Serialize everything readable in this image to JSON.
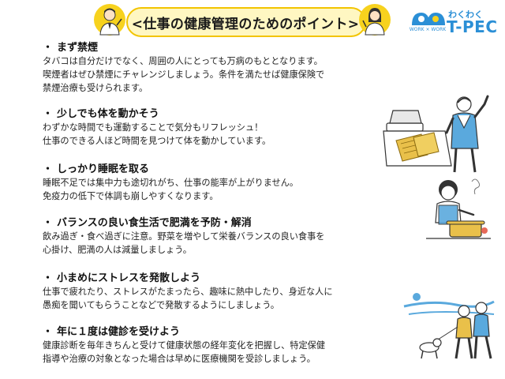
{
  "header": {
    "title": "<仕事の健康管理のためのポイント>"
  },
  "logo": {
    "top_text": "わくわく",
    "main_text": "T-PEC",
    "sub_text": "WORK × WORK"
  },
  "sections": [
    {
      "bullet": "・",
      "heading": "まず禁煙",
      "lines": [
        " タバコは自分だけでなく、周囲の人にとっても万病のもととなります。",
        "喫煙者はぜひ禁煙にチャレンジしましょう。条件を満たせば健康保険で",
        "禁煙治療も受けられます。"
      ]
    },
    {
      "bullet": "・",
      "heading": "少しでも体を動かそう",
      "lines": [
        " わずかな時間でも運動することで気分もリフレッシュ！",
        "仕事のできる人ほど時間を見つけて体を動かしています。"
      ]
    },
    {
      "bullet": "・",
      "heading": "しっかり睡眠を取る",
      "lines": [
        " 睡眠不足では集中力も途切れがち、仕事の能率が上がりません。",
        "免疫力の低下で体調も崩しやすくなります。"
      ]
    },
    {
      "bullet": "・",
      "heading": "バランスの良い食生活で肥満を予防・解消",
      "lines": [
        " 飲み過ぎ・食べ過ぎに注意。野菜を増やして栄養バランスの良い食事を",
        "心掛け、肥満の人は減量しましょう。"
      ]
    },
    {
      "bullet": "・",
      "heading": "小まめにストレスを発散しよう",
      "lines": [
        " 仕事で疲れたり、ストレスがたまったら、趣味に熱中したり、身近な人に",
        "愚痴を聞いてもらうことなどで発散するようにしましょう。"
      ]
    },
    {
      "bullet": "・",
      "heading": "年に１度は健診を受けよう",
      "lines": [
        " 健康診断を毎年きちんと受けて健康状態の経年変化を把握し、特定保健",
        "指導や治療の対象となった場合は早めに医療機関を受診しましょう。"
      ]
    }
  ],
  "illustrations": [
    "man-stretching-illustration",
    "woman-cooking-illustration",
    "couple-walking-dog-illustration"
  ],
  "colors": {
    "accent_yellow": "#f2c400",
    "logo_blue": "#2b8fd6",
    "illustration_blue": "#5aa9dd",
    "illustration_yellow": "#e9c04a"
  }
}
